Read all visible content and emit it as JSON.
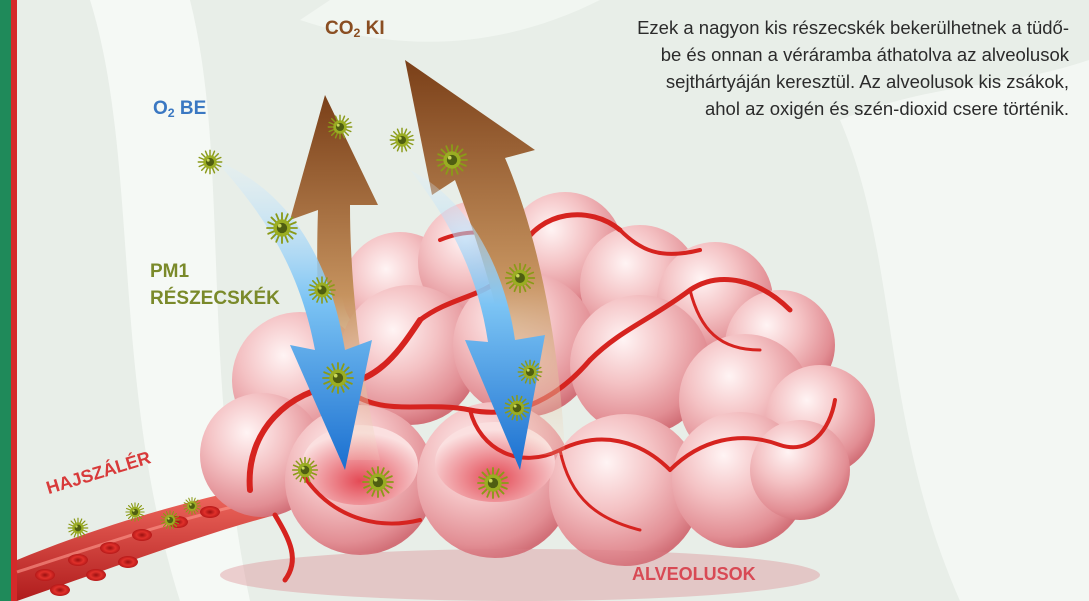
{
  "description_lines": [
    "Ezek a nagyon kis részecskék bekerülhetnek a tüdő-",
    "be és onnan a véráramba áthatolva az alveolusok",
    "sejthártyáján keresztül. Az alveolusok  kis zsákok,",
    "ahol az oxigén és szén-dioxid csere történik."
  ],
  "labels": {
    "co2_main": "CO",
    "co2_sub": "2",
    "co2_suffix": " KI",
    "o2_main": "O",
    "o2_sub": "2",
    "o2_suffix": " BE",
    "pm1_line1": "PM1",
    "pm1_line2": "RÉSZECSKÉK",
    "capillary": "HAJSZÁLÉR",
    "alveoli": "ALVEOLUSOK"
  },
  "colors": {
    "co2_label": "#8a4e22",
    "o2_label": "#3a78c2",
    "pm1_label": "#7a8a2a",
    "capillary_label": "#d83a3a",
    "alveoli_label": "#d84a55",
    "left_bar_green": "#1f8a5a",
    "left_bar_red": "#d42a2a"
  },
  "icons": {
    "particle": "virus-particle-icon",
    "blood_cell": "red-blood-cell-icon"
  }
}
